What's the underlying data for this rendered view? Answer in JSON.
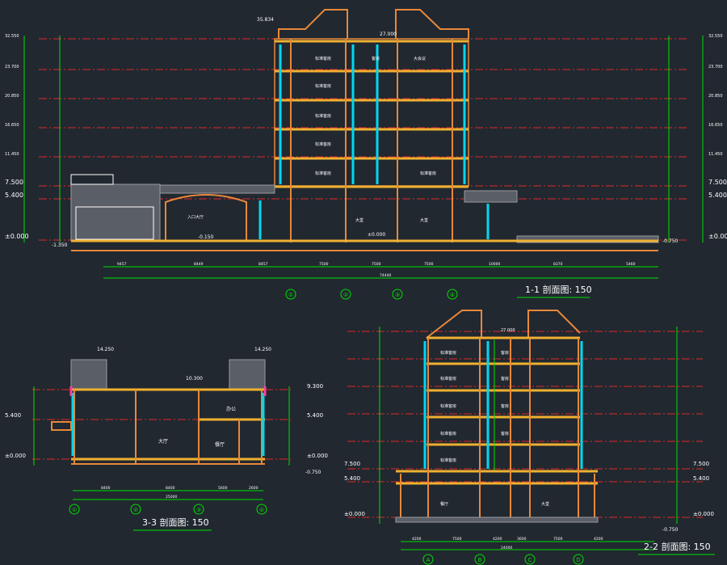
{
  "colors": {
    "background": "#212830",
    "wall": "#e8883a",
    "slab": "#f0b030",
    "dim": "#00e000",
    "grid_red": "#e02828",
    "glass": "#00d8f0",
    "text": "#ffffff",
    "column_pink": "#ff40a0",
    "hatch": "#9a9aa0"
  },
  "sections": [
    {
      "id": "s11",
      "title": "1-1 剖面图: 150",
      "levels": {
        "left": [
          "32.550",
          "23.700",
          "20.850",
          "16.650",
          "11.450",
          "7.500",
          "5.400",
          "±0.000"
        ],
        "right": [
          "32.550",
          "23.700",
          "20.850",
          "16.650",
          "11.450",
          "7.500",
          "5.400",
          "±0.000"
        ]
      },
      "top_elevations": [
        "35.834",
        "27.000"
      ],
      "elevation_marks": [
        "-0.150",
        "-1.350",
        "±0.000",
        "-0.750"
      ],
      "room_labels": [
        "入口大厅",
        "大堂",
        "大堂",
        "大会议",
        "标准客房",
        "客房",
        "标准客房",
        "标准客房",
        "标准客房",
        "标准客房",
        "标准客房"
      ],
      "dims_bottom": [
        "9457",
        "8449",
        "8457",
        "7500",
        "7500",
        "7500",
        "10000",
        "8370",
        "5460"
      ],
      "dim_total": "74440",
      "axes": [
        "①",
        "②",
        "③",
        "④"
      ]
    },
    {
      "id": "s33",
      "title": "3-3 剖面图: 150",
      "levels": {
        "left": [
          "5.400",
          "±0.000"
        ],
        "right": [
          "9.300",
          "5.400",
          "±0.000",
          "-0.750"
        ]
      },
      "top_elevations": [
        "14.250",
        "14.250",
        "10.300"
      ],
      "room_labels": [
        "大厅",
        "餐厅",
        "办公"
      ],
      "dims_bottom": [
        "8400",
        "8400",
        "5600",
        "2600"
      ],
      "dim_total": "25000",
      "axes": [
        "①",
        "②",
        "③",
        "④"
      ]
    },
    {
      "id": "s22",
      "title": "2-2 剖面图: 150",
      "levels": {
        "left": [
          "7.500",
          "5.400",
          "±0.000"
        ],
        "right": [
          "7.500",
          "5.400",
          "±0.000",
          "-0.750"
        ]
      },
      "top_elevations": [
        "27.000"
      ],
      "room_labels": [
        "标准客房",
        "标准客房",
        "标准客房",
        "标准客房",
        "标准客房",
        "客房",
        "客房",
        "客房",
        "客房",
        "大堂",
        "餐厅"
      ],
      "dims_bottom": [
        "4200",
        "7500",
        "4200",
        "3600",
        "7500",
        "4200"
      ],
      "dim_total": "24000",
      "axes": [
        "A",
        "B",
        "C",
        "D"
      ]
    }
  ]
}
